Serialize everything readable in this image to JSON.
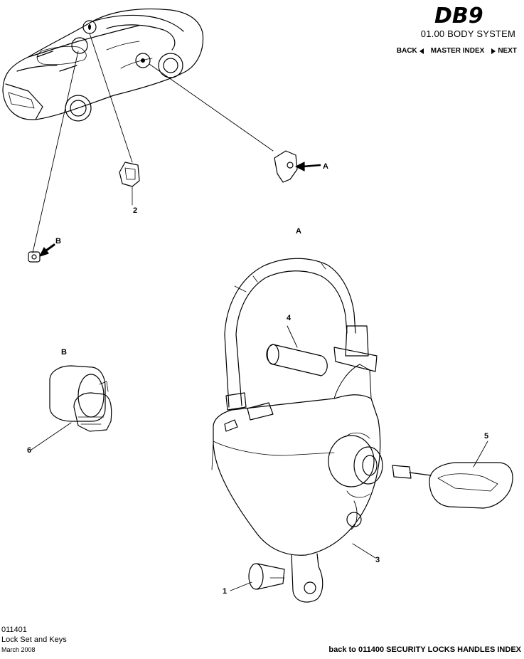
{
  "header": {
    "logo_text": "DB9",
    "system_title": "01.00 BODY SYSTEM",
    "nav": {
      "back_label": "BACK",
      "master_index_label": "MASTER INDEX",
      "next_label": "NEXT"
    }
  },
  "callouts": {
    "c1": "1",
    "c2": "2",
    "c3": "3",
    "c4": "4",
    "c5": "5",
    "c6": "6",
    "view_a_small": "A",
    "view_b_small": "B",
    "view_a_title": "A",
    "view_b_title": "B"
  },
  "footer": {
    "part_number": "011401",
    "part_title": "Lock Set and Keys",
    "date": "March 2008",
    "back_link": "back to 011400 SECURITY LOCKS HANDLES INDEX"
  }
}
